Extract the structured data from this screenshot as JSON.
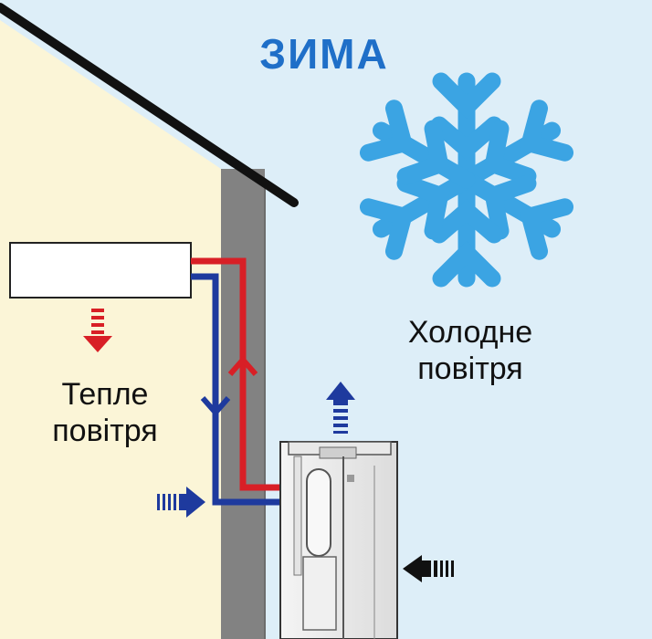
{
  "title": "ЗИМА",
  "indoor_label": [
    "Тепле",
    "повітря"
  ],
  "outdoor_label": [
    "Холодне",
    "повітря"
  ],
  "colors": {
    "accent": "#1f6fc8",
    "snowflake": "#3ba4e3",
    "hot_line": "#d81f26",
    "cold_line": "#1e3a9e",
    "wall_interior": "#fbf5d7",
    "sky": "#ddeef8",
    "wall": "#808080",
    "roof": "#111111"
  },
  "icons": [
    "snowflake-icon",
    "warm-air-arrow-icon",
    "exhaust-arrow-icon",
    "intake-arrow-icon",
    "side-intake-arrow-icon"
  ]
}
